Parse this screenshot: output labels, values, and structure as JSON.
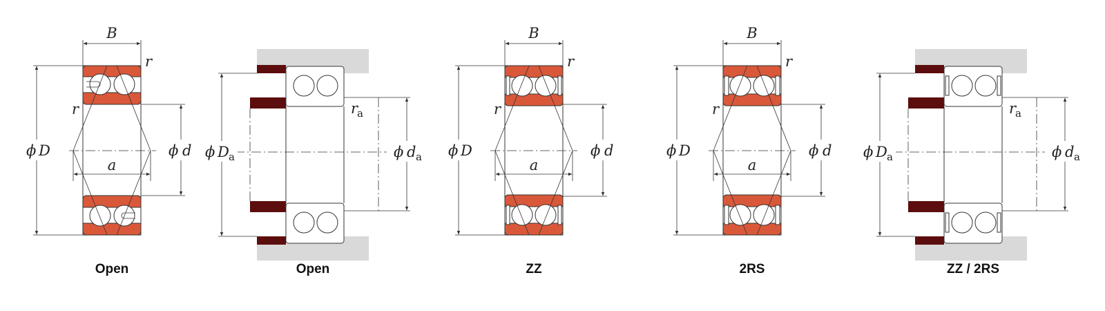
{
  "accent": {
    "ring": "#d9583a",
    "shoulder": "#5c0d0d",
    "housing": "#d9d9d9"
  },
  "figures": [
    {
      "caption": "Open",
      "labels": {
        "B": "B",
        "r_top": "r",
        "r_left": "r",
        "D": "D",
        "d": "d",
        "a": "a"
      }
    },
    {
      "caption": "Open",
      "labels": {
        "Da": "D",
        "Da_sub": "a",
        "ra": "r",
        "ra_sub": "a",
        "da": "d",
        "da_sub": "a"
      }
    },
    {
      "caption": "ZZ",
      "labels": {
        "B": "B",
        "r_top": "r",
        "r_left": "r",
        "D": "D",
        "d": "d",
        "a": "a"
      }
    },
    {
      "caption": "2RS",
      "labels": {
        "B": "B",
        "r_top": "r",
        "r_left": "r",
        "D": "D",
        "d": "d",
        "a": "a"
      }
    },
    {
      "caption": "ZZ / 2RS",
      "labels": {
        "Da": "D",
        "Da_sub": "a",
        "ra": "r",
        "ra_sub": "a",
        "da": "d",
        "da_sub": "a"
      }
    }
  ],
  "phi": "ϕ"
}
